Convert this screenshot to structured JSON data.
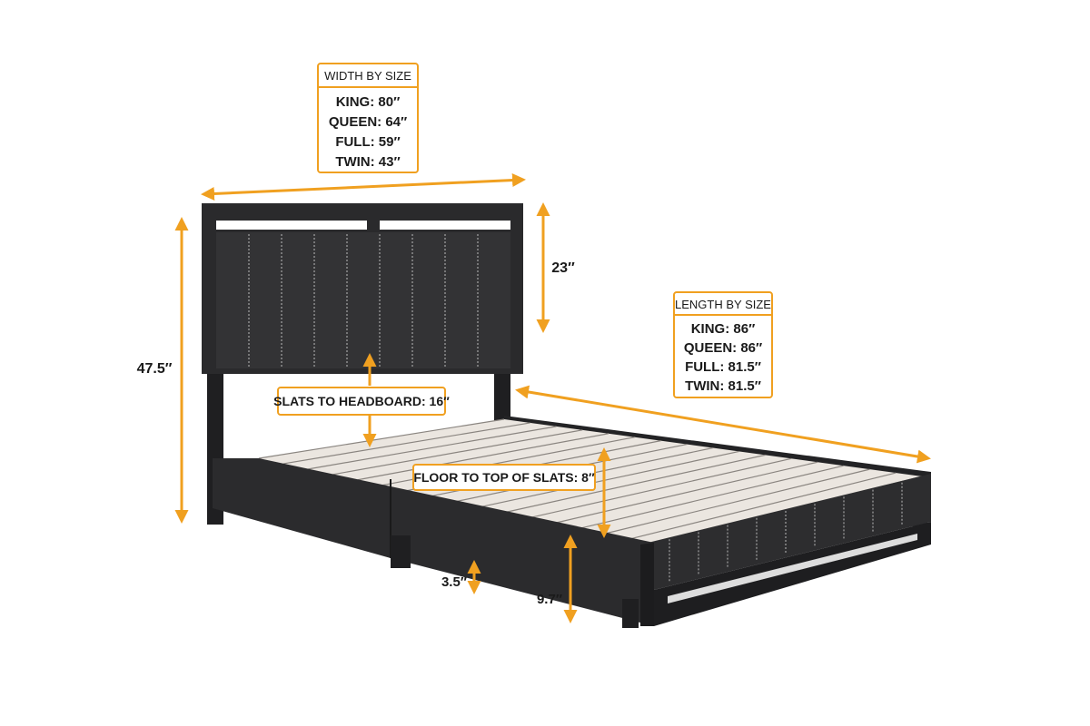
{
  "width_box": {
    "title": "WIDTH BY SIZE",
    "rows": [
      "KING: 80″",
      "QUEEN: 64″",
      "FULL: 59″",
      "TWIN: 43″"
    ]
  },
  "length_box": {
    "title": "LENGTH BY SIZE",
    "rows": [
      "KING: 86″",
      "QUEEN: 86″",
      "FULL: 81.5″",
      "TWIN: 81.5″"
    ]
  },
  "dimensions": {
    "total_height": "47.5″",
    "headboard_height": "23″",
    "slats_to_headboard": "SLATS TO HEADBOARD: 16″",
    "floor_to_slats": "FLOOR TO TOP OF SLATS: 8″",
    "leg_clearance": "3.5″",
    "rail_height": "9.7″"
  },
  "colors": {
    "accent": "#f0a020",
    "fabric": "#2b2b2d",
    "slats": "#ebe6e0"
  }
}
